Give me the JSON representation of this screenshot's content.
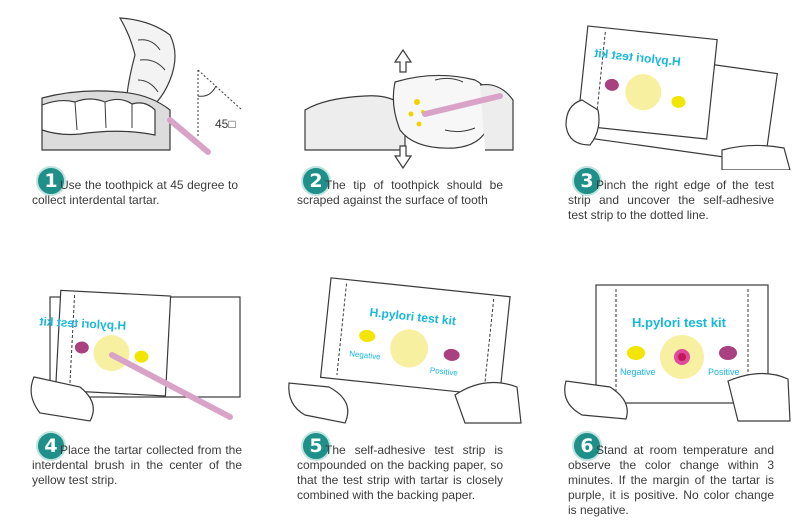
{
  "steps": [
    {
      "number": "1",
      "text": "Use the toothpick at 45 degree to collect interdental tartar."
    },
    {
      "number": "2",
      "text": "The tip of toothpick should be scraped against the surface of tooth"
    },
    {
      "number": "3",
      "text": "Pinch the right edge of the test strip and uncover the self-adhesive test strip to the dotted line."
    },
    {
      "number": "4",
      "text": "Place the tartar collected from the interdental brush in the center of the yellow test strip."
    },
    {
      "number": "5",
      "text": "The self-adhesive test strip is compounded on the backing paper, so that the test strip with tartar is closely combined with the backing paper."
    },
    {
      "number": "6",
      "text": "Stand at room temperature and observe the color change within 3 minutes. If the margin of the tartar is purple, it is positive. No color change is negative."
    }
  ],
  "illustrations": {
    "angle_label": "45□",
    "kit_title": "H.pylori test kit",
    "kit_title_mirrored": "H.pylori test kit",
    "negative_label": "Negative",
    "positive_label": "Positive"
  },
  "colors": {
    "badge": "#1f8f8a",
    "cyan_text": "#19b7dc",
    "yellow_dot": "#f2e600",
    "yellow_pad": "#f7f0a0",
    "purple_dot": "#a9407f",
    "toothpick": "#d9a3c8",
    "line": "#3a3a3a"
  }
}
